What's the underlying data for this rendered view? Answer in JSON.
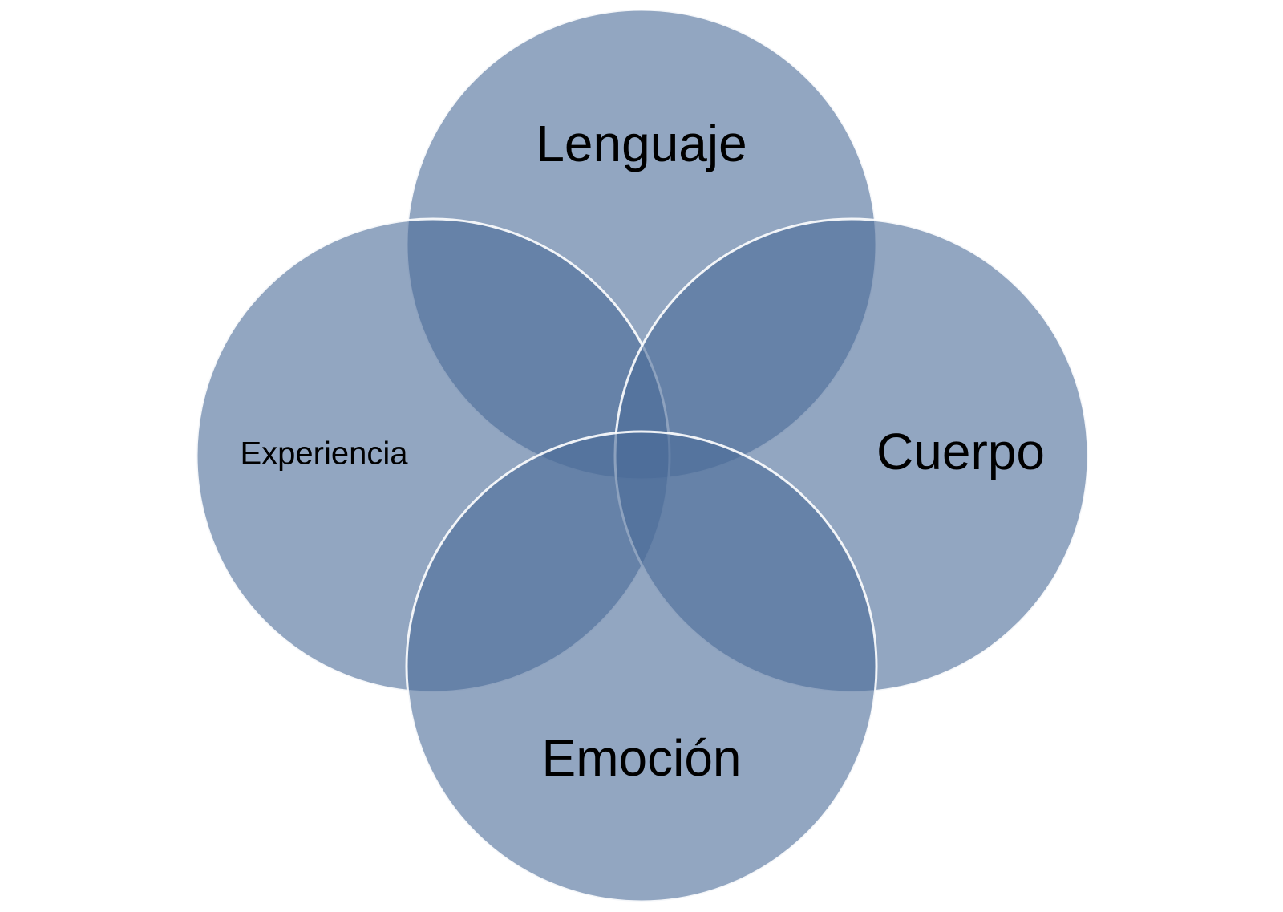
{
  "diagram": {
    "type": "venn",
    "fill_color": "#4a6a98",
    "stroke_color": "#ffffff",
    "sets": [
      {
        "id": "lenguaje",
        "label": "Lenguaje"
      },
      {
        "id": "experiencia",
        "label": "Experiencia"
      },
      {
        "id": "cuerpo",
        "label": "Cuerpo"
      },
      {
        "id": "emocion",
        "label": "Emoción"
      }
    ]
  }
}
